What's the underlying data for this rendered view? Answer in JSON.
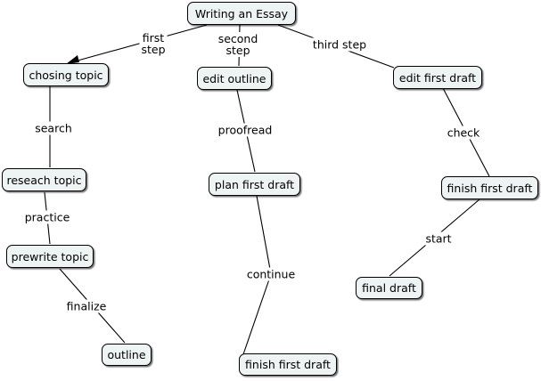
{
  "concept_map": {
    "root": {
      "label": "Writing an Essay"
    },
    "branches": [
      {
        "link_label_lines": [
          "first",
          "step"
        ],
        "nodes": [
          "chosing topic",
          "reseach topic",
          "prewrite topic",
          "outline"
        ],
        "link_labels": [
          "search",
          "practice",
          "finalize"
        ]
      },
      {
        "link_label_lines": [
          "second",
          "step"
        ],
        "nodes": [
          "edit outline",
          "plan first draft",
          "finish first draft"
        ],
        "link_labels": [
          "proofread",
          "continue"
        ]
      },
      {
        "link_label_lines": [
          "third step"
        ],
        "nodes": [
          "edit first draft",
          "finish first draft",
          "final draft"
        ],
        "link_labels": [
          "check",
          "start"
        ]
      }
    ]
  }
}
